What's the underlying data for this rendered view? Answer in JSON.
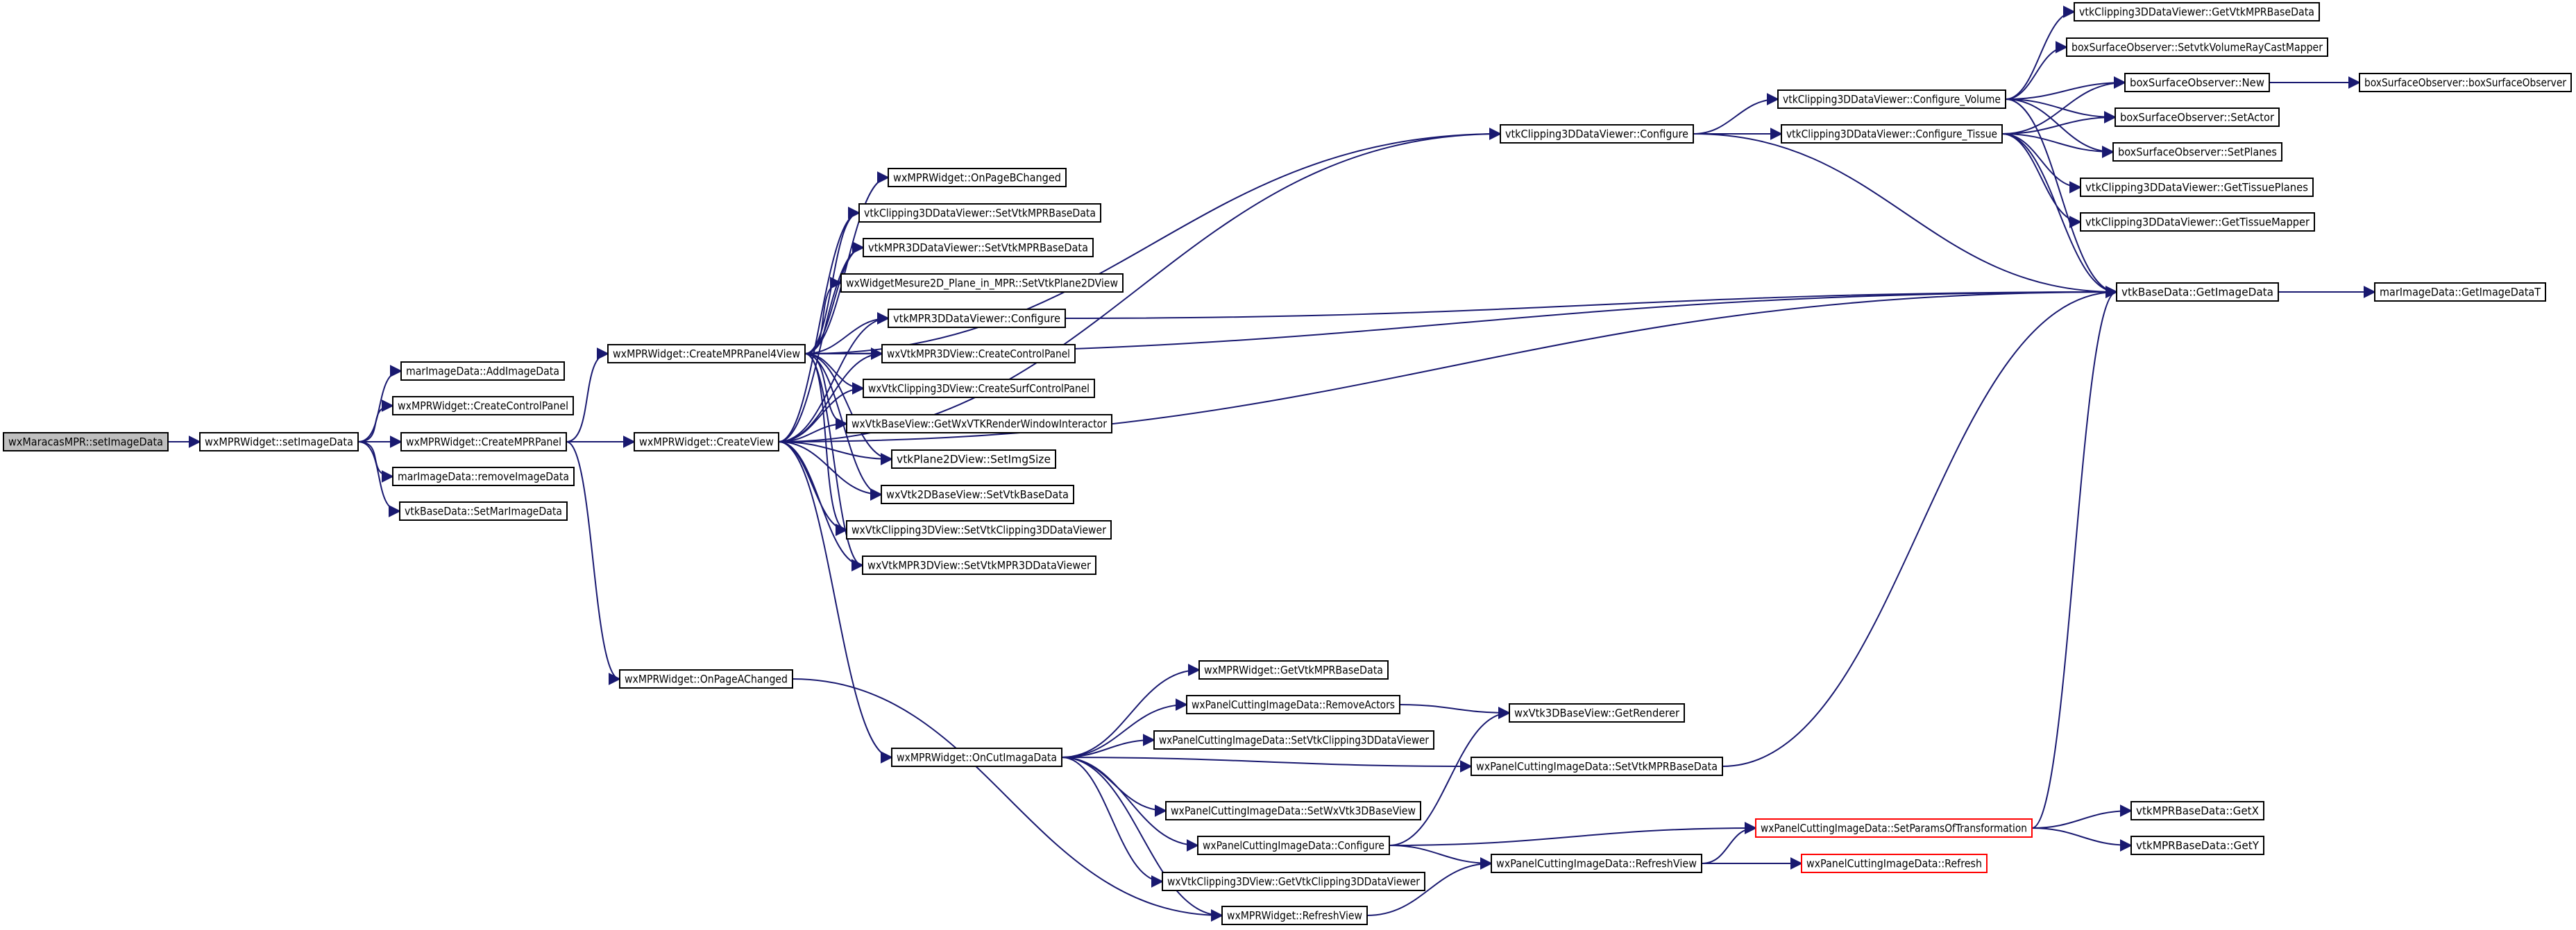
{
  "graph": {
    "edge_color": "#191970",
    "root_fill": "#bfbfbf",
    "truncated_stroke": "#ff0000",
    "nodes": [
      {
        "id": "wxMaracasMPR_setImageData",
        "label": "wxMaracasMPR::setImageData",
        "kind": "root"
      },
      {
        "id": "wxMPRWidget_setImageData",
        "label": "wxMPRWidget::setImageData",
        "kind": "normal"
      },
      {
        "id": "marImageData_AddImageData",
        "label": "marImageData::AddImageData",
        "kind": "normal"
      },
      {
        "id": "wxMPRWidget_CreateControlPanel",
        "label": "wxMPRWidget::CreateControlPanel",
        "kind": "normal"
      },
      {
        "id": "wxMPRWidget_CreateMPRPanel",
        "label": "wxMPRWidget::CreateMPRPanel",
        "kind": "normal"
      },
      {
        "id": "marImageData_removeImageData",
        "label": "marImageData::removeImageData",
        "kind": "normal"
      },
      {
        "id": "vtkBaseData_SetMarImageData",
        "label": "vtkBaseData::SetMarImageData",
        "kind": "normal"
      },
      {
        "id": "wxMPRWidget_CreateMPRPanel4View",
        "label": "wxMPRWidget::CreateMPRPanel4View",
        "kind": "normal"
      },
      {
        "id": "wxMPRWidget_CreateView",
        "label": "wxMPRWidget::CreateView",
        "kind": "normal"
      },
      {
        "id": "wxMPRWidget_OnPageAChanged",
        "label": "wxMPRWidget::OnPageAChanged",
        "kind": "normal"
      },
      {
        "id": "wxMPRWidget_OnPageBChanged",
        "label": "wxMPRWidget::OnPageBChanged",
        "kind": "normal"
      },
      {
        "id": "vtkClipping3DDataViewer_SetVtkMPRBaseData",
        "label": "vtkClipping3DDataViewer::SetVtkMPRBaseData",
        "kind": "normal"
      },
      {
        "id": "vtkMPR3DDataViewer_SetVtkMPRBaseData",
        "label": "vtkMPR3DDataViewer::SetVtkMPRBaseData",
        "kind": "normal"
      },
      {
        "id": "wxWidgetMesure2D_Plane_in_MPR_SetVtkPlane2DView",
        "label": "wxWidgetMesure2D_Plane_in_MPR::SetVtkPlane2DView",
        "kind": "normal"
      },
      {
        "id": "vtkMPR3DDataViewer_Configure",
        "label": "vtkMPR3DDataViewer::Configure",
        "kind": "normal"
      },
      {
        "id": "wxVtkMPR3DView_CreateControlPanel",
        "label": "wxVtkMPR3DView::CreateControlPanel",
        "kind": "normal"
      },
      {
        "id": "wxVtkClipping3DView_CreateSurfControlPanel",
        "label": "wxVtkClipping3DView::CreateSurfControlPanel",
        "kind": "normal"
      },
      {
        "id": "wxVtkBaseView_GetWxVTKRenderWindowInteractor",
        "label": "wxVtkBaseView::GetWxVTKRenderWindowInteractor",
        "kind": "normal"
      },
      {
        "id": "vtkPlane2DView_SetImgSize",
        "label": "vtkPlane2DView::SetImgSize",
        "kind": "normal"
      },
      {
        "id": "wxVtk2DBaseView_SetVtkBaseData",
        "label": "wxVtk2DBaseView::SetVtkBaseData",
        "kind": "normal"
      },
      {
        "id": "wxVtkClipping3DView_SetVtkClipping3DDataViewer",
        "label": "wxVtkClipping3DView::SetVtkClipping3DDataViewer",
        "kind": "normal"
      },
      {
        "id": "wxVtkMPR3DView_SetVtkMPR3DDataViewer",
        "label": "wxVtkMPR3DView::SetVtkMPR3DDataViewer",
        "kind": "normal"
      },
      {
        "id": "vtkClipping3DDataViewer_Configure",
        "label": "vtkClipping3DDataViewer::Configure",
        "kind": "normal"
      },
      {
        "id": "vtkClipping3DDataViewer_Configure_Volume",
        "label": "vtkClipping3DDataViewer::Configure_Volume",
        "kind": "normal"
      },
      {
        "id": "vtkClipping3DDataViewer_Configure_Tissue",
        "label": "vtkClipping3DDataViewer::Configure_Tissue",
        "kind": "normal"
      },
      {
        "id": "vtkClipping3DDataViewer_GetVtkMPRBaseData",
        "label": "vtkClipping3DDataViewer::GetVtkMPRBaseData",
        "kind": "normal"
      },
      {
        "id": "boxSurfaceObserver_SetvtkVolumeRayCastMapper",
        "label": "boxSurfaceObserver::SetvtkVolumeRayCastMapper",
        "kind": "normal"
      },
      {
        "id": "boxSurfaceObserver_New",
        "label": "boxSurfaceObserver::New",
        "kind": "normal"
      },
      {
        "id": "boxSurfaceObserver_boxSurfaceObserver",
        "label": "boxSurfaceObserver::boxSurfaceObserver",
        "kind": "normal"
      },
      {
        "id": "boxSurfaceObserver_SetActor",
        "label": "boxSurfaceObserver::SetActor",
        "kind": "normal"
      },
      {
        "id": "boxSurfaceObserver_SetPlanes",
        "label": "boxSurfaceObserver::SetPlanes",
        "kind": "normal"
      },
      {
        "id": "vtkClipping3DDataViewer_GetTissuePlanes",
        "label": "vtkClipping3DDataViewer::GetTissuePlanes",
        "kind": "normal"
      },
      {
        "id": "vtkClipping3DDataViewer_GetTissueMapper",
        "label": "vtkClipping3DDataViewer::GetTissueMapper",
        "kind": "normal"
      },
      {
        "id": "vtkBaseData_GetImageData",
        "label": "vtkBaseData::GetImageData",
        "kind": "normal"
      },
      {
        "id": "marImageData_GetImageDataT",
        "label": "marImageData::GetImageDataT",
        "kind": "normal"
      },
      {
        "id": "wxMPRWidget_OnCutImagaData",
        "label": "wxMPRWidget::OnCutImagaData",
        "kind": "normal"
      },
      {
        "id": "wxMPRWidget_GetVtkMPRBaseData",
        "label": "wxMPRWidget::GetVtkMPRBaseData",
        "kind": "normal"
      },
      {
        "id": "wxPanelCuttingImageData_RemoveActors",
        "label": "wxPanelCuttingImageData::RemoveActors",
        "kind": "normal"
      },
      {
        "id": "wxPanelCuttingImageData_SetVtkClipping3DDataViewer",
        "label": "wxPanelCuttingImageData::SetVtkClipping3DDataViewer",
        "kind": "normal"
      },
      {
        "id": "wxVtk3DBaseView_GetRenderer",
        "label": "wxVtk3DBaseView::GetRenderer",
        "kind": "normal"
      },
      {
        "id": "wxPanelCuttingImageData_SetVtkMPRBaseData",
        "label": "wxPanelCuttingImageData::SetVtkMPRBaseData",
        "kind": "normal"
      },
      {
        "id": "wxPanelCuttingImageData_SetWxVtk3DBaseView",
        "label": "wxPanelCuttingImageData::SetWxVtk3DBaseView",
        "kind": "normal"
      },
      {
        "id": "wxPanelCuttingImageData_Configure",
        "label": "wxPanelCuttingImageData::Configure",
        "kind": "normal"
      },
      {
        "id": "wxPanelCuttingImageData_SetParamsOfTransformation",
        "label": "wxPanelCuttingImageData::SetParamsOfTransformation",
        "kind": "red"
      },
      {
        "id": "vtkMPRBaseData_GetX",
        "label": "vtkMPRBaseData::GetX",
        "kind": "normal"
      },
      {
        "id": "vtkMPRBaseData_GetY",
        "label": "vtkMPRBaseData::GetY",
        "kind": "normal"
      },
      {
        "id": "wxPanelCuttingImageData_RefreshView",
        "label": "wxPanelCuttingImageData::RefreshView",
        "kind": "normal"
      },
      {
        "id": "wxPanelCuttingImageData_Refresh",
        "label": "wxPanelCuttingImageData::Refresh",
        "kind": "red"
      },
      {
        "id": "wxVtkClipping3DView_GetVtkClipping3DDataViewer",
        "label": "wxVtkClipping3DView::GetVtkClipping3DDataViewer",
        "kind": "normal"
      },
      {
        "id": "wxMPRWidget_RefreshView",
        "label": "wxMPRWidget::RefreshView",
        "kind": "normal"
      }
    ],
    "edges": [
      [
        "wxMaracasMPR_setImageData",
        "wxMPRWidget_setImageData"
      ],
      [
        "wxMPRWidget_setImageData",
        "marImageData_AddImageData"
      ],
      [
        "wxMPRWidget_setImageData",
        "wxMPRWidget_CreateControlPanel"
      ],
      [
        "wxMPRWidget_setImageData",
        "wxMPRWidget_CreateMPRPanel"
      ],
      [
        "wxMPRWidget_setImageData",
        "marImageData_removeImageData"
      ],
      [
        "wxMPRWidget_setImageData",
        "vtkBaseData_SetMarImageData"
      ],
      [
        "wxMPRWidget_CreateMPRPanel",
        "wxMPRWidget_CreateMPRPanel4View"
      ],
      [
        "wxMPRWidget_CreateMPRPanel",
        "wxMPRWidget_CreateView"
      ],
      [
        "wxMPRWidget_CreateMPRPanel",
        "wxMPRWidget_OnPageAChanged"
      ],
      [
        "wxMPRWidget_CreateMPRPanel4View",
        "vtkClipping3DDataViewer_Configure"
      ],
      [
        "wxMPRWidget_CreateMPRPanel4View",
        "wxMPRWidget_OnPageBChanged"
      ],
      [
        "wxMPRWidget_CreateMPRPanel4View",
        "vtkClipping3DDataViewer_SetVtkMPRBaseData"
      ],
      [
        "wxMPRWidget_CreateMPRPanel4View",
        "vtkMPR3DDataViewer_SetVtkMPRBaseData"
      ],
      [
        "wxMPRWidget_CreateMPRPanel4View",
        "wxWidgetMesure2D_Plane_in_MPR_SetVtkPlane2DView"
      ],
      [
        "wxMPRWidget_CreateMPRPanel4View",
        "vtkMPR3DDataViewer_Configure"
      ],
      [
        "wxMPRWidget_CreateMPRPanel4View",
        "wxVtkMPR3DView_CreateControlPanel"
      ],
      [
        "wxMPRWidget_CreateMPRPanel4View",
        "wxVtkClipping3DView_CreateSurfControlPanel"
      ],
      [
        "wxMPRWidget_CreateMPRPanel4View",
        "wxVtkBaseView_GetWxVTKRenderWindowInteractor"
      ],
      [
        "wxMPRWidget_CreateMPRPanel4View",
        "vtkPlane2DView_SetImgSize"
      ],
      [
        "wxMPRWidget_CreateMPRPanel4View",
        "wxVtk2DBaseView_SetVtkBaseData"
      ],
      [
        "wxMPRWidget_CreateMPRPanel4View",
        "wxVtkClipping3DView_SetVtkClipping3DDataViewer"
      ],
      [
        "wxMPRWidget_CreateMPRPanel4View",
        "wxVtkMPR3DView_SetVtkMPR3DDataViewer"
      ],
      [
        "wxMPRWidget_CreateMPRPanel4View",
        "vtkBaseData_GetImageData"
      ],
      [
        "wxMPRWidget_CreateView",
        "vtkClipping3DDataViewer_Configure"
      ],
      [
        "wxMPRWidget_CreateView",
        "vtkClipping3DDataViewer_SetVtkMPRBaseData"
      ],
      [
        "wxMPRWidget_CreateView",
        "vtkMPR3DDataViewer_SetVtkMPRBaseData"
      ],
      [
        "wxMPRWidget_CreateView",
        "vtkMPR3DDataViewer_Configure"
      ],
      [
        "wxMPRWidget_CreateView",
        "wxVtkMPR3DView_CreateControlPanel"
      ],
      [
        "wxMPRWidget_CreateView",
        "wxVtkClipping3DView_CreateSurfControlPanel"
      ],
      [
        "wxMPRWidget_CreateView",
        "wxVtkBaseView_GetWxVTKRenderWindowInteractor"
      ],
      [
        "wxMPRWidget_CreateView",
        "vtkPlane2DView_SetImgSize"
      ],
      [
        "wxMPRWidget_CreateView",
        "wxVtk2DBaseView_SetVtkBaseData"
      ],
      [
        "wxMPRWidget_CreateView",
        "wxVtkClipping3DView_SetVtkClipping3DDataViewer"
      ],
      [
        "wxMPRWidget_CreateView",
        "wxVtkMPR3DView_SetVtkMPR3DDataViewer"
      ],
      [
        "wxMPRWidget_CreateView",
        "vtkBaseData_GetImageData"
      ],
      [
        "wxMPRWidget_CreateView",
        "wxMPRWidget_OnCutImagaData"
      ],
      [
        "vtkClipping3DDataViewer_Configure",
        "vtkClipping3DDataViewer_Configure_Volume"
      ],
      [
        "vtkClipping3DDataViewer_Configure",
        "vtkClipping3DDataViewer_Configure_Tissue"
      ],
      [
        "vtkClipping3DDataViewer_Configure",
        "vtkBaseData_GetImageData"
      ],
      [
        "vtkClipping3DDataViewer_Configure_Volume",
        "vtkClipping3DDataViewer_GetVtkMPRBaseData"
      ],
      [
        "vtkClipping3DDataViewer_Configure_Volume",
        "boxSurfaceObserver_SetvtkVolumeRayCastMapper"
      ],
      [
        "vtkClipping3DDataViewer_Configure_Volume",
        "boxSurfaceObserver_New"
      ],
      [
        "vtkClipping3DDataViewer_Configure_Volume",
        "boxSurfaceObserver_SetActor"
      ],
      [
        "vtkClipping3DDataViewer_Configure_Volume",
        "boxSurfaceObserver_SetPlanes"
      ],
      [
        "vtkClipping3DDataViewer_Configure_Volume",
        "vtkBaseData_GetImageData"
      ],
      [
        "vtkClipping3DDataViewer_Configure_Tissue",
        "boxSurfaceObserver_New"
      ],
      [
        "vtkClipping3DDataViewer_Configure_Tissue",
        "boxSurfaceObserver_SetActor"
      ],
      [
        "vtkClipping3DDataViewer_Configure_Tissue",
        "boxSurfaceObserver_SetPlanes"
      ],
      [
        "vtkClipping3DDataViewer_Configure_Tissue",
        "vtkClipping3DDataViewer_GetTissuePlanes"
      ],
      [
        "vtkClipping3DDataViewer_Configure_Tissue",
        "vtkClipping3DDataViewer_GetTissueMapper"
      ],
      [
        "vtkClipping3DDataViewer_Configure_Tissue",
        "vtkBaseData_GetImageData"
      ],
      [
        "boxSurfaceObserver_New",
        "boxSurfaceObserver_boxSurfaceObserver"
      ],
      [
        "vtkMPR3DDataViewer_Configure",
        "vtkBaseData_GetImageData"
      ],
      [
        "vtkBaseData_GetImageData",
        "marImageData_GetImageDataT"
      ],
      [
        "wxMPRWidget_OnCutImagaData",
        "wxMPRWidget_GetVtkMPRBaseData"
      ],
      [
        "wxMPRWidget_OnCutImagaData",
        "wxPanelCuttingImageData_RemoveActors"
      ],
      [
        "wxMPRWidget_OnCutImagaData",
        "wxPanelCuttingImageData_SetVtkClipping3DDataViewer"
      ],
      [
        "wxMPRWidget_OnCutImagaData",
        "wxPanelCuttingImageData_SetVtkMPRBaseData"
      ],
      [
        "wxMPRWidget_OnCutImagaData",
        "wxPanelCuttingImageData_SetWxVtk3DBaseView"
      ],
      [
        "wxMPRWidget_OnCutImagaData",
        "wxPanelCuttingImageData_Configure"
      ],
      [
        "wxMPRWidget_OnCutImagaData",
        "wxVtkClipping3DView_GetVtkClipping3DDataViewer"
      ],
      [
        "wxMPRWidget_OnCutImagaData",
        "wxMPRWidget_RefreshView"
      ],
      [
        "wxPanelCuttingImageData_RemoveActors",
        "wxVtk3DBaseView_GetRenderer"
      ],
      [
        "wxPanelCuttingImageData_SetVtkMPRBaseData",
        "vtkBaseData_GetImageData"
      ],
      [
        "wxPanelCuttingImageData_Configure",
        "wxVtk3DBaseView_GetRenderer"
      ],
      [
        "wxPanelCuttingImageData_Configure",
        "wxPanelCuttingImageData_SetParamsOfTransformation"
      ],
      [
        "wxPanelCuttingImageData_Configure",
        "wxPanelCuttingImageData_RefreshView"
      ],
      [
        "wxPanelCuttingImageData_SetParamsOfTransformation",
        "vtkBaseData_GetImageData"
      ],
      [
        "wxPanelCuttingImageData_SetParamsOfTransformation",
        "vtkMPRBaseData_GetX"
      ],
      [
        "wxPanelCuttingImageData_SetParamsOfTransformation",
        "vtkMPRBaseData_GetY"
      ],
      [
        "wxPanelCuttingImageData_RefreshView",
        "wxPanelCuttingImageData_SetParamsOfTransformation"
      ],
      [
        "wxPanelCuttingImageData_RefreshView",
        "wxPanelCuttingImageData_Refresh"
      ],
      [
        "wxMPRWidget_OnPageAChanged",
        "wxMPRWidget_RefreshView"
      ],
      [
        "wxMPRWidget_RefreshView",
        "wxPanelCuttingImageData_RefreshView"
      ]
    ]
  }
}
